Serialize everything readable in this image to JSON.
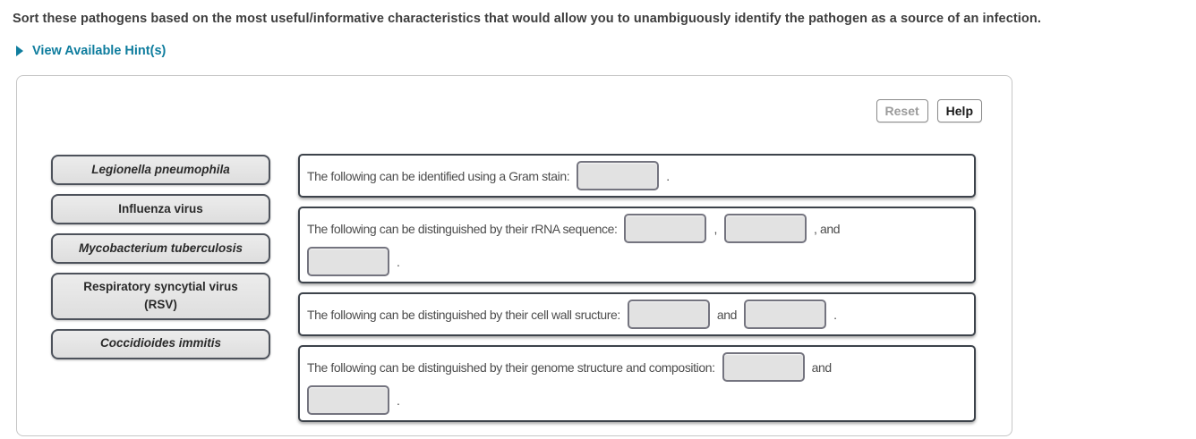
{
  "question": {
    "prompt": "Sort these pathogens based on the most useful/informative characteristics that would allow you to unambiguously identify the pathogen as a source of an infection."
  },
  "hint": {
    "label": "View Available Hint(s)"
  },
  "toolbar": {
    "reset_label": "Reset",
    "help_label": "Help"
  },
  "tiles": [
    {
      "label": "Legionella pneumophila",
      "italic": true
    },
    {
      "label": "Influenza virus",
      "italic": false
    },
    {
      "label": "Mycobacterium tuberculosis",
      "italic": true
    },
    {
      "label": "Respiratory syncytial virus (RSV)",
      "italic": false
    },
    {
      "label": "Coccidioides immitis",
      "italic": true
    }
  ],
  "bins": [
    {
      "lead": "The following can be identified using a Gram stain:",
      "end": "."
    },
    {
      "lead": "The following can be distinguished by their rRNA sequence:",
      "sep1": ",",
      "sep2": ", and",
      "end": "."
    },
    {
      "lead": "The following can be distinguished by their cell wall sructure:",
      "sep1": "and",
      "end": "."
    },
    {
      "lead": "The following can be distinguished by their genome structure and composition:",
      "sep1": "and",
      "end": "."
    }
  ],
  "colors": {
    "hint_link": "#0f7d9e",
    "bin_border": "#3d434b",
    "tile_border": "#4d525b",
    "slot_fill": "#e2e2e2",
    "reset_text": "#9b9b9b"
  }
}
